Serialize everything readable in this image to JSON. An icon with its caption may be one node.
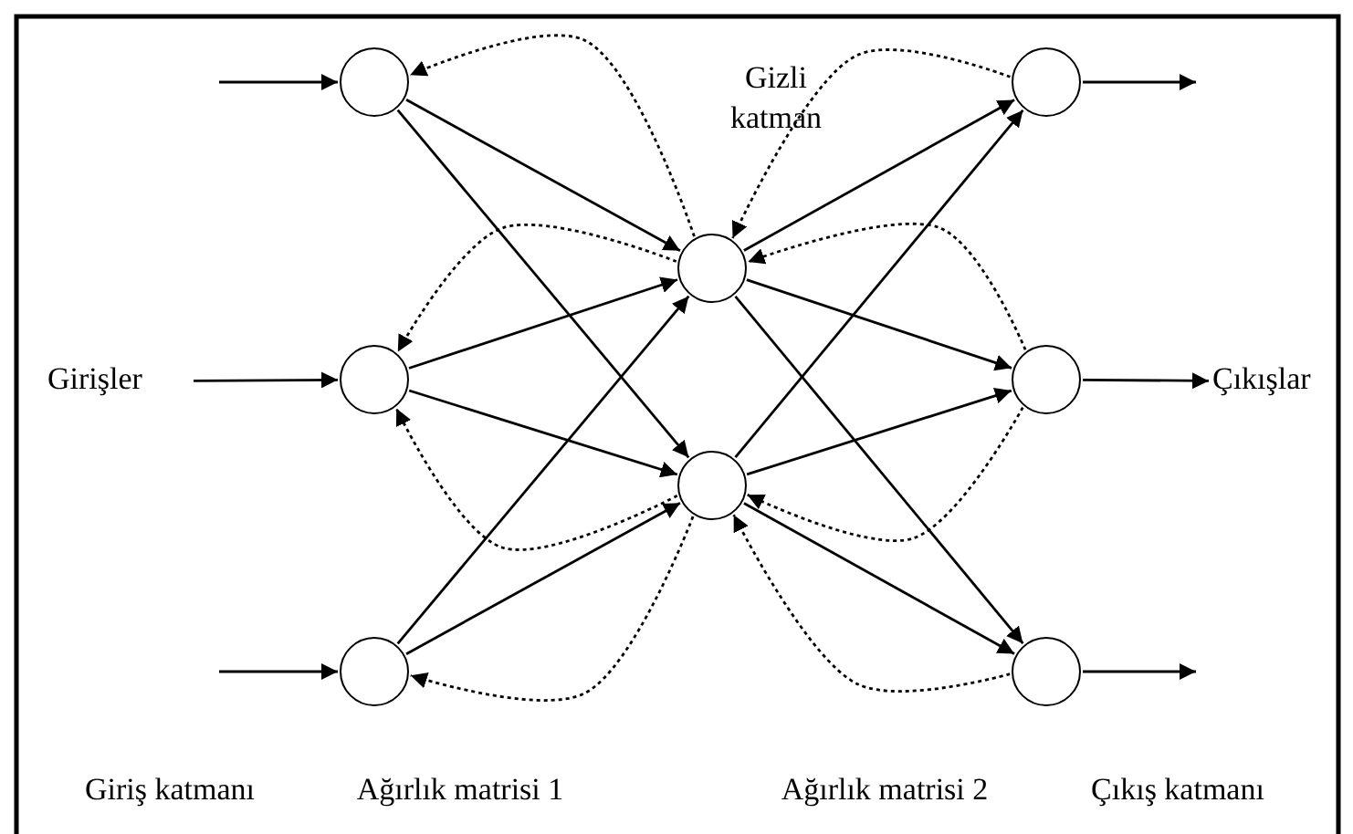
{
  "diagram": {
    "nodes": [
      {
        "text": [
          "Girişler"
        ]
      },
      {
        "text": [],
        "shape": "circle"
      },
      {
        "text": [],
        "shape": "circle"
      },
      {
        "text": [],
        "shape": "circle"
      },
      {
        "text": [],
        "shape": "circle"
      },
      {
        "text": [],
        "shape": "circle"
      },
      {
        "text": [],
        "shape": "circle"
      },
      {
        "text": [],
        "shape": "circle"
      },
      {
        "text": [],
        "shape": "circle"
      },
      {
        "text": [
          "Çıkışlar"
        ]
      }
    ],
    "edges": [
      {
        "from": null,
        "to": 1,
        "arrow": "to"
      },
      {
        "from": 0,
        "to": 2,
        "arrow": "to"
      },
      {
        "from": null,
        "to": 3,
        "arrow": "to"
      },
      {
        "from": 1,
        "to": 4,
        "arrow": "to"
      },
      {
        "from": 1,
        "to": 5,
        "arrow": "to"
      },
      {
        "from": 2,
        "to": 4,
        "arrow": "to"
      },
      {
        "from": 2,
        "to": 5,
        "arrow": "to"
      },
      {
        "from": 3,
        "to": 4,
        "arrow": "to"
      },
      {
        "from": 3,
        "to": 5,
        "arrow": "to"
      },
      {
        "from": 4,
        "to": 6,
        "arrow": "to"
      },
      {
        "from": 4,
        "to": 7,
        "arrow": "to"
      },
      {
        "from": 4,
        "to": 8,
        "arrow": "to"
      },
      {
        "from": 5,
        "to": 6,
        "arrow": "to"
      },
      {
        "from": 5,
        "to": 7,
        "arrow": "to"
      },
      {
        "from": 5,
        "to": 8,
        "arrow": "to"
      },
      {
        "from": 6,
        "to": null,
        "arrow": "to"
      },
      {
        "from": 7,
        "to": 9,
        "arrow": "to"
      },
      {
        "from": 8,
        "to": null,
        "arrow": "to"
      },
      {
        "from": 4,
        "to": 1,
        "arrow": "to",
        "style": "dashed"
      },
      {
        "from": 4,
        "to": 2,
        "arrow": "to",
        "style": "dashed"
      },
      {
        "from": 5,
        "to": 2,
        "arrow": "to",
        "style": "dashed"
      },
      {
        "from": 5,
        "to": 3,
        "arrow": "to",
        "style": "dashed"
      },
      {
        "from": 6,
        "to": 4,
        "arrow": "to",
        "style": "dashed"
      },
      {
        "from": 7,
        "to": 4,
        "arrow": "to",
        "style": "dashed"
      },
      {
        "from": 7,
        "to": 5,
        "arrow": "to",
        "style": "dashed"
      },
      {
        "from": 8,
        "to": 5,
        "arrow": "to",
        "style": "dashed"
      }
    ],
    "labels": [
      "Gizli katman",
      "Giriş katmanı",
      "Ağırlık matrisi 1",
      "Ağırlık matrisi 2",
      "Çıkış katmanı"
    ]
  }
}
